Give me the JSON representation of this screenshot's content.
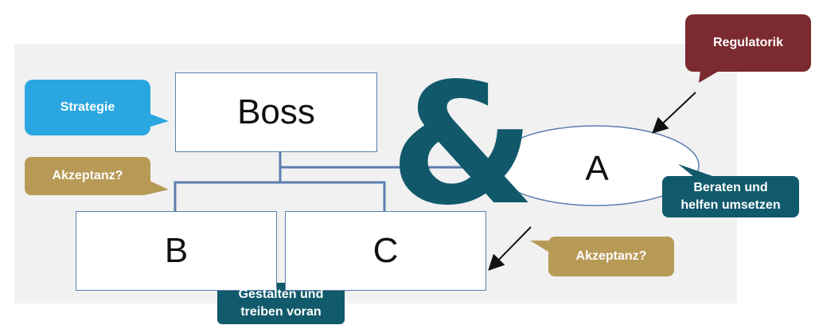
{
  "nodes": {
    "boss": "Boss",
    "b": "B",
    "c": "C",
    "a": "A"
  },
  "ampersand": "&",
  "callouts": {
    "strategie": "Strategie",
    "akzeptanz_left": "Akzeptanz?",
    "akzeptanz_right": "Akzeptanz?",
    "regulatorik": "Regulatorik",
    "beraten_line1": "Beraten und",
    "beraten_line2": "helfen umsetzen",
    "gestalten_line1": "Gestalten und",
    "gestalten_line2": "treiben voran"
  },
  "colors": {
    "blue_callout": "#2aa6e0",
    "gold_callout": "#b89a57",
    "maroon_callout": "#7b2a30",
    "teal_callout": "#115a6c",
    "connector": "#5b7fb0",
    "ampersand": "#11586b"
  }
}
